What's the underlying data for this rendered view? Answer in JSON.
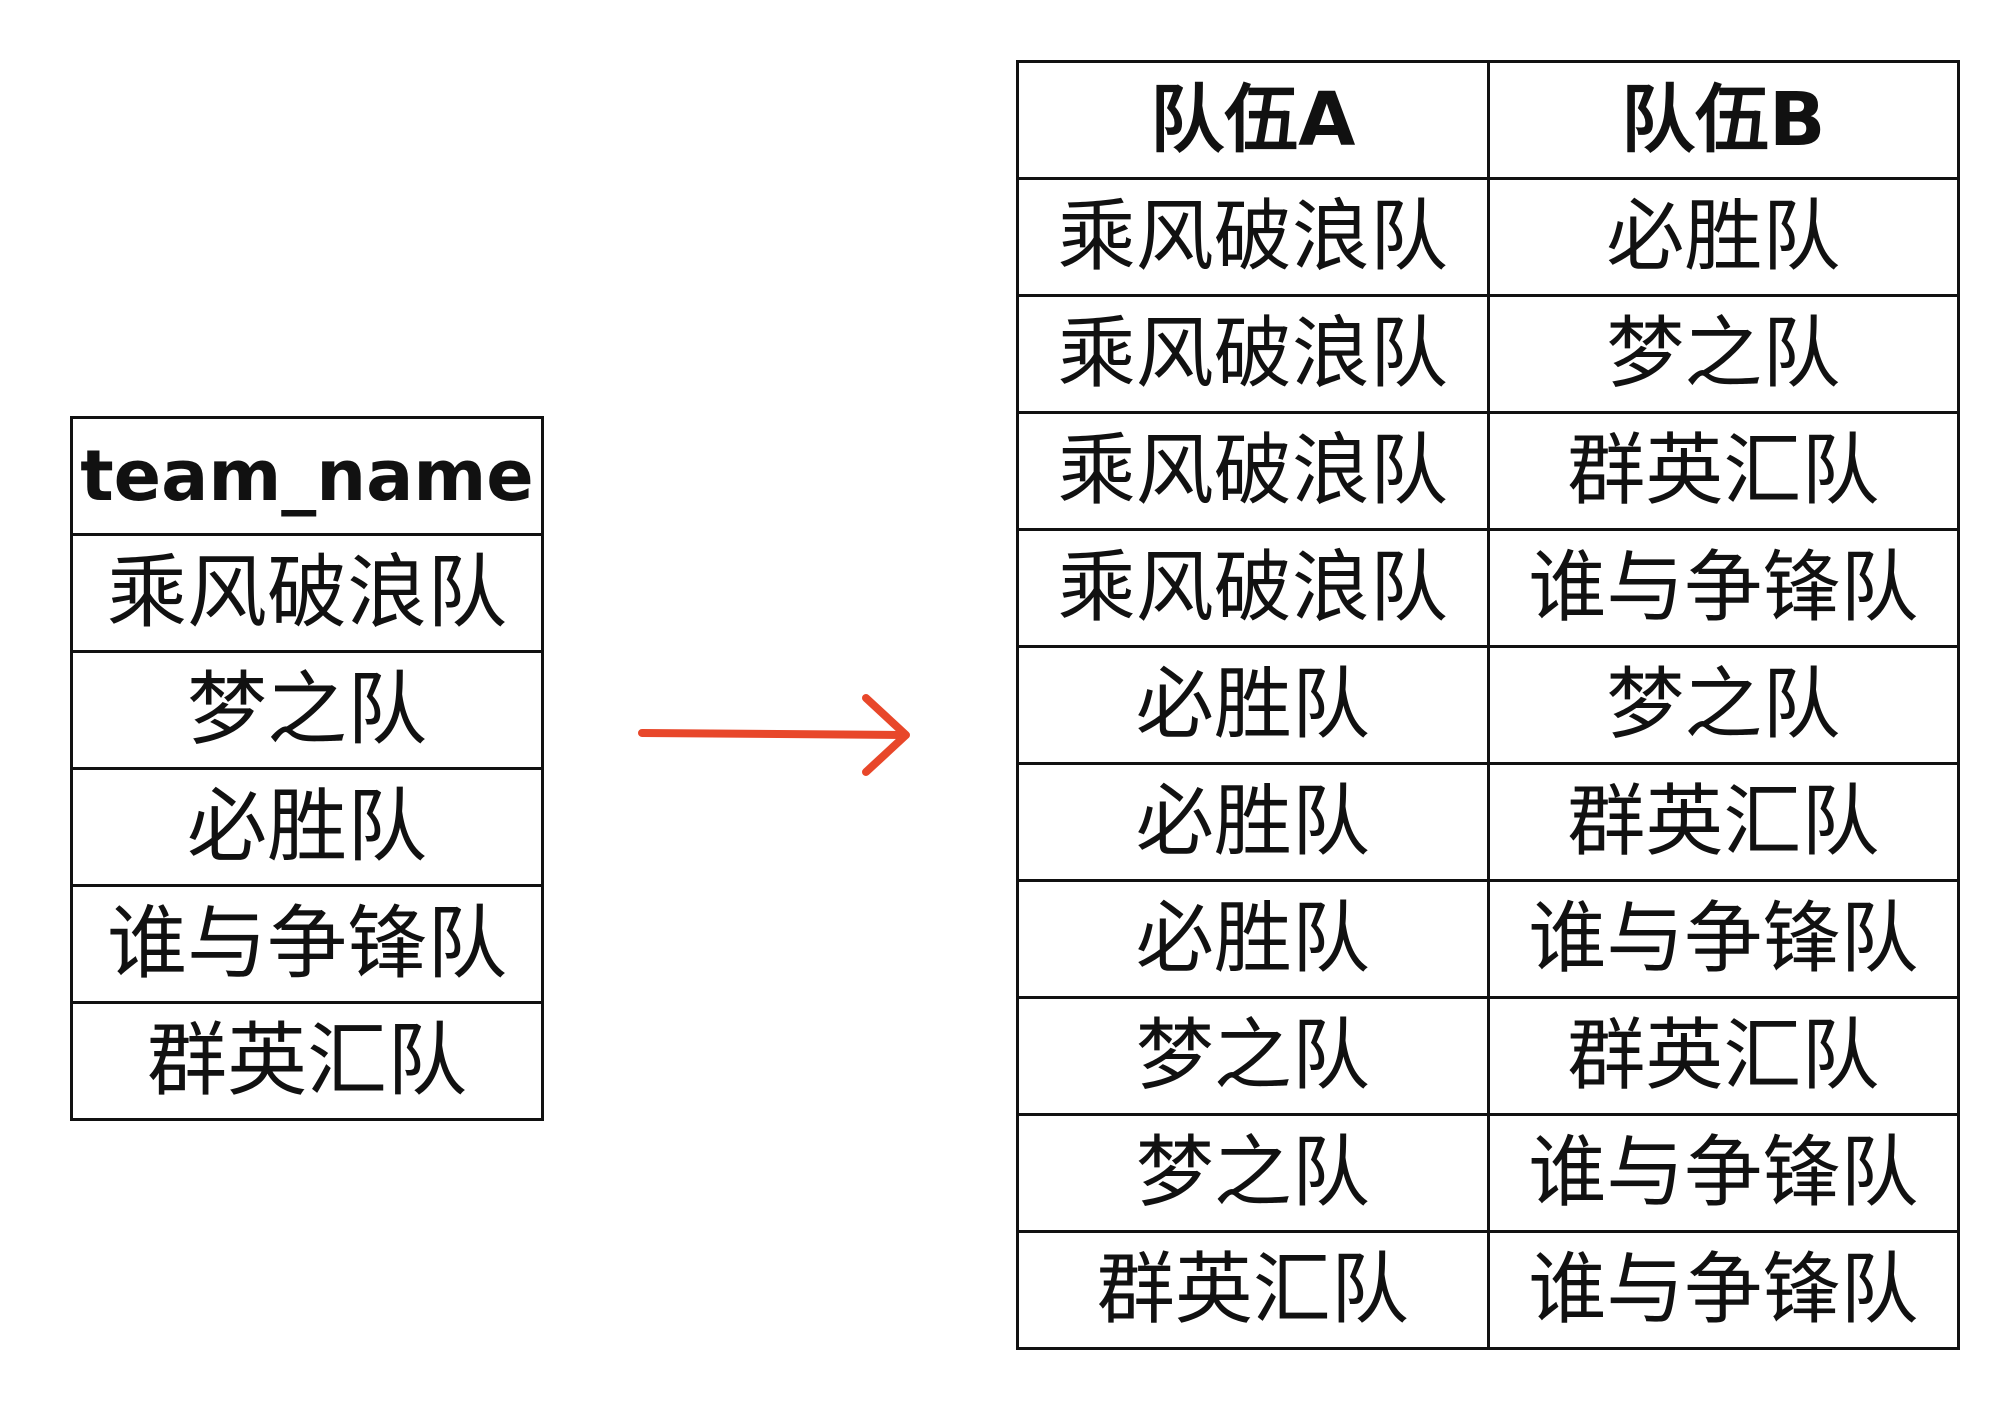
{
  "source_table": {
    "header": "team_name",
    "rows": [
      "乘风破浪队",
      "梦之队",
      "必胜队",
      "谁与争锋队",
      "群英汇队"
    ]
  },
  "arrow": {
    "color": "#e8472a"
  },
  "result_table": {
    "headers": [
      "队伍A",
      "队伍B"
    ],
    "rows": [
      [
        "乘风破浪队",
        "必胜队"
      ],
      [
        "乘风破浪队",
        "梦之队"
      ],
      [
        "乘风破浪队",
        "群英汇队"
      ],
      [
        "乘风破浪队",
        "谁与争锋队"
      ],
      [
        "必胜队",
        "梦之队"
      ],
      [
        "必胜队",
        "群英汇队"
      ],
      [
        "必胜队",
        "谁与争锋队"
      ],
      [
        "梦之队",
        "群英汇队"
      ],
      [
        "梦之队",
        "谁与争锋队"
      ],
      [
        "群英汇队",
        "谁与争锋队"
      ]
    ]
  }
}
